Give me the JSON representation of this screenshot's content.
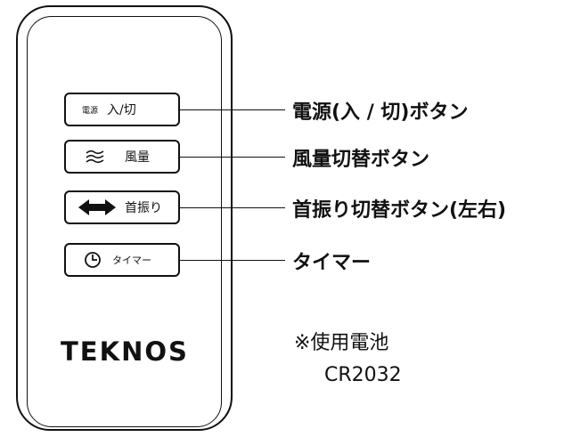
{
  "remote": {
    "brand": "TEKNOS",
    "buttons": [
      {
        "small": "電源",
        "label": "入/切"
      },
      {
        "label": "風量"
      },
      {
        "label": "首振り"
      },
      {
        "label": "タイマー"
      }
    ]
  },
  "callouts": [
    "電源(入 / 切)ボタン",
    "風量切替ボタン",
    "首振り切替ボタン(左右)",
    "タイマー"
  ],
  "battery": {
    "label": "※使用電池",
    "model": "CR2032"
  }
}
